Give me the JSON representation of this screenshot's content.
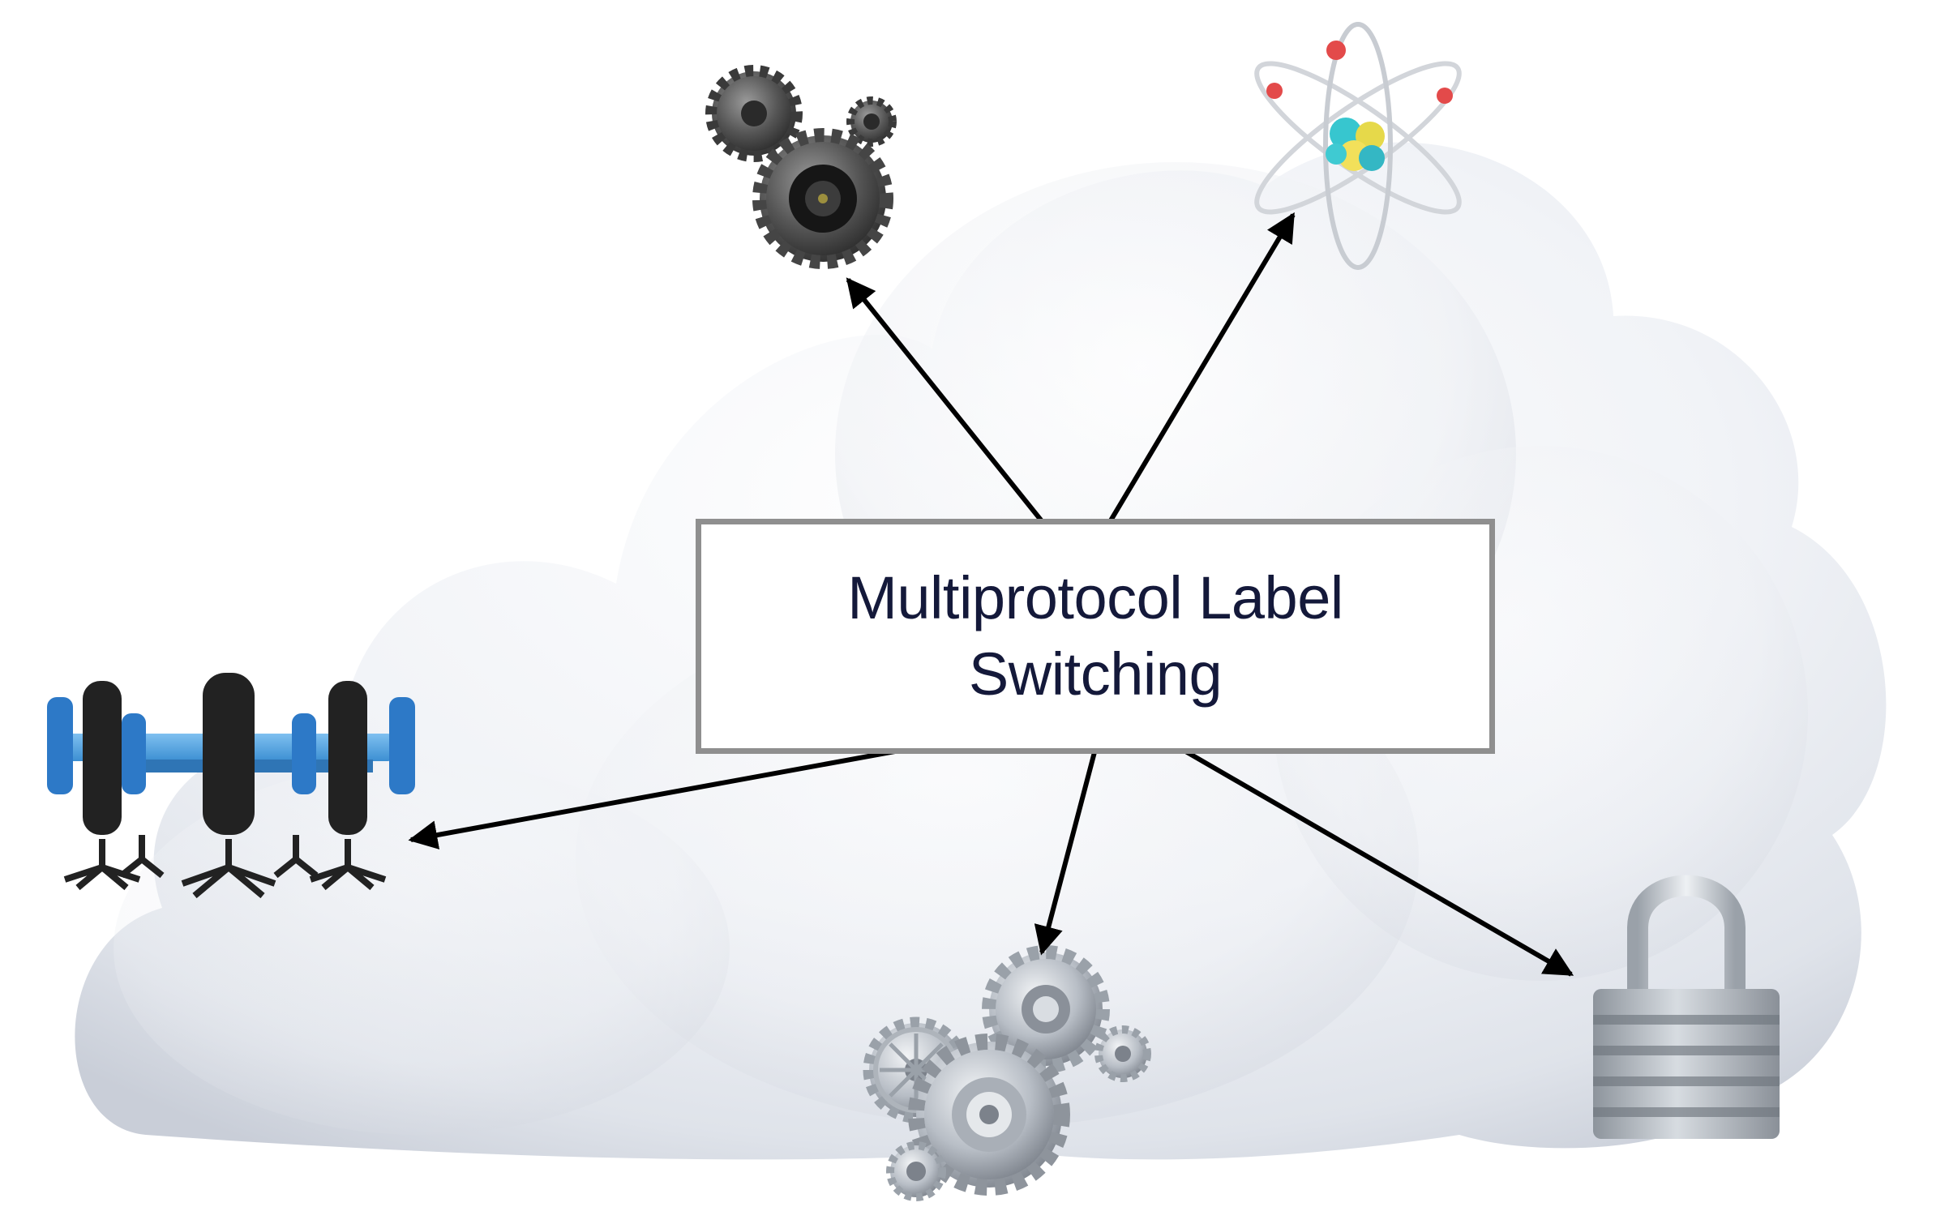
{
  "diagram": {
    "center_label": {
      "line1": "Multiprotocol Label",
      "line2": "Switching"
    },
    "nodes": [
      {
        "name": "gears-dark-icon"
      },
      {
        "name": "atom-icon"
      },
      {
        "name": "conference-room-icon"
      },
      {
        "name": "gears-silver-icon"
      },
      {
        "name": "padlock-icon"
      }
    ],
    "edges": [
      {
        "from": "center-label",
        "to": "gears-dark-icon"
      },
      {
        "from": "center-label",
        "to": "atom-icon"
      },
      {
        "from": "center-label",
        "to": "conference-room-icon"
      },
      {
        "from": "center-label",
        "to": "gears-silver-icon"
      },
      {
        "from": "center-label",
        "to": "padlock-icon"
      }
    ],
    "colors": {
      "arrow": "#000000",
      "label_text": "#14193a",
      "box_border": "#8f8f8f"
    }
  }
}
